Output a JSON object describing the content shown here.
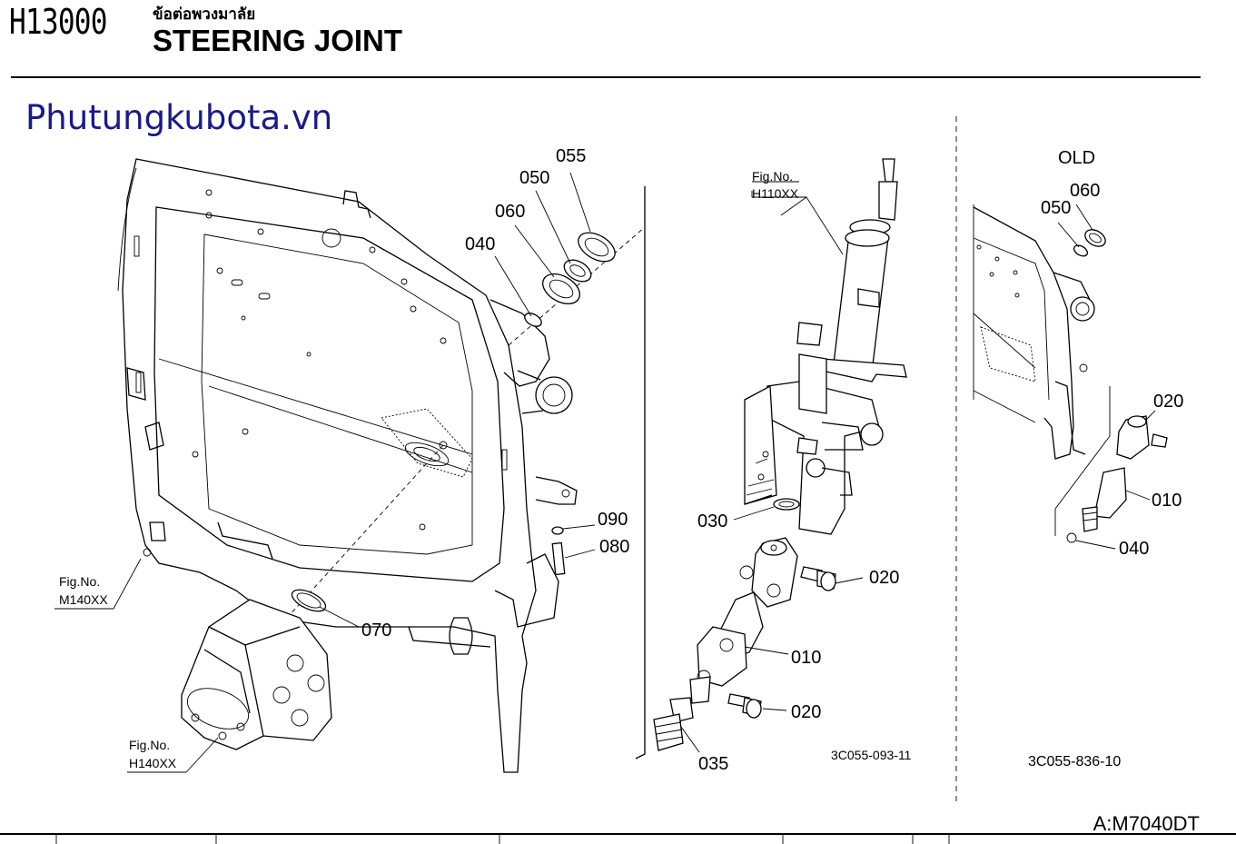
{
  "header": {
    "code": "H13000",
    "thai_title": "ข้อต่อพวงมาลัย",
    "title": "STEERING JOINT"
  },
  "watermark": "Phutungkubota.vn",
  "model": "A:M7040DT",
  "variant_label": "OLD",
  "figure_refs": {
    "m140": {
      "line1": "Fig.No.",
      "line2": "M140XX"
    },
    "h140": {
      "line1": "Fig.No.",
      "line2": "H140XX"
    },
    "h110": {
      "line1": "Fig.No.",
      "line2": "H110XX"
    }
  },
  "drawing_codes": {
    "main": "3C055-093-11",
    "old": "3C055-836-10"
  },
  "part_labels": {
    "p055": "055",
    "p050": "050",
    "p060": "060",
    "p040": "040",
    "p090": "090",
    "p080": "080",
    "p070": "070",
    "p030": "030",
    "p020a": "020",
    "p010": "010",
    "p020b": "020",
    "p035": "035",
    "old_p050": "050",
    "old_p060": "060",
    "old_p020": "020",
    "old_p010": "010",
    "old_p040": "040"
  },
  "icons": [
    "chassis-frame-diagram",
    "steering-column-diagram",
    "universal-joint-diagram",
    "hydraulic-unit-diagram"
  ]
}
